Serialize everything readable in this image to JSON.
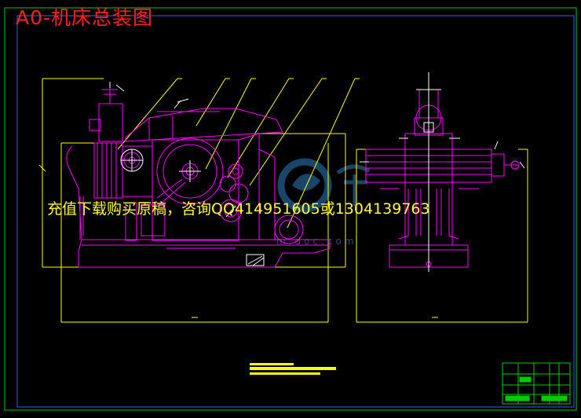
{
  "drawing": {
    "title": "A0-机床总装图",
    "overlay_notice": "充值下载购买原稿，咨询QQ414951605或1304139763",
    "watermark": "m.doc.com"
  },
  "colors": {
    "background": "#000000",
    "frame": "#00cc00",
    "outline": "#ffff00",
    "machine": "#ff00ff",
    "accent": "#ffffff",
    "title": "#ff2020",
    "notice": "#ffff33",
    "watermark": "#468cc8"
  }
}
